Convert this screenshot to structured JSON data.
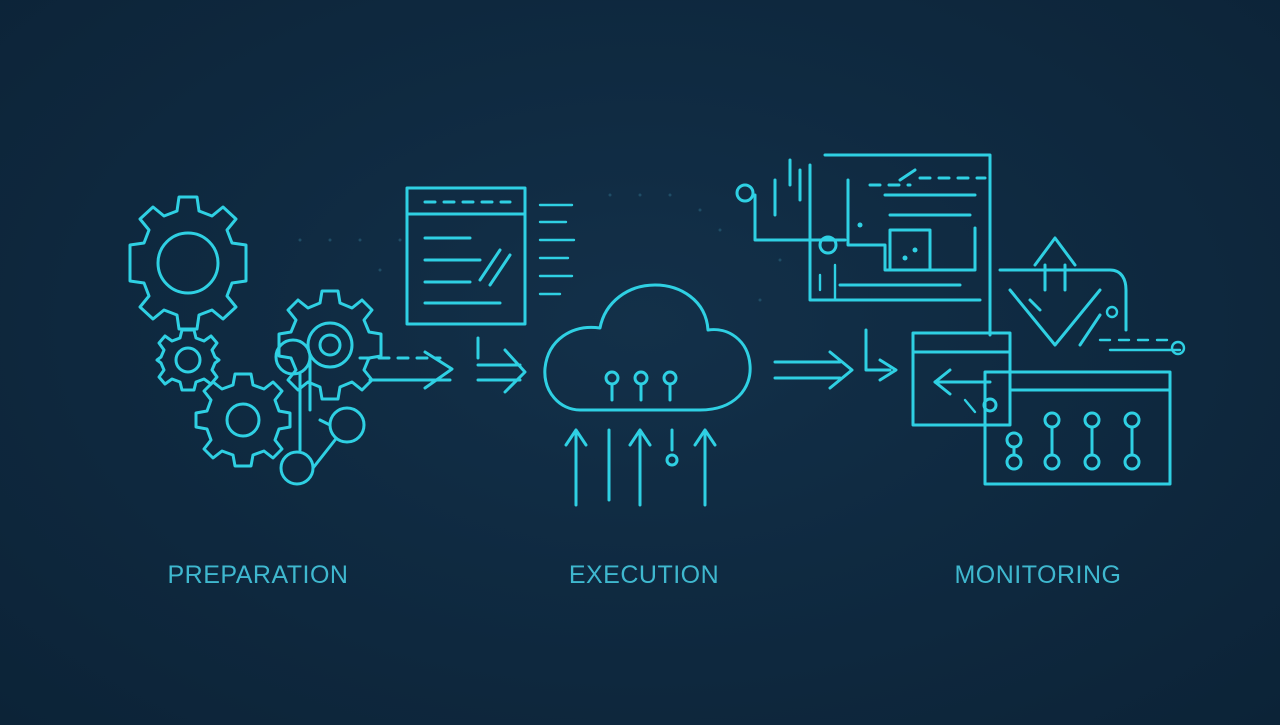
{
  "stages": [
    {
      "id": "preparation",
      "label": "PREPARATION"
    },
    {
      "id": "execution",
      "label": "EXECUTION"
    },
    {
      "id": "monitoring",
      "label": "MONITORING"
    }
  ],
  "colors": {
    "background": "#0f2a41",
    "accent": "#2fd0e3",
    "label": "#3fb8cf"
  },
  "icons": {
    "preparation": "gears-icon",
    "execution": "cloud-upload-icon",
    "monitoring": "dashboard-panels-icon",
    "connectors": "arrow-right-icon"
  }
}
